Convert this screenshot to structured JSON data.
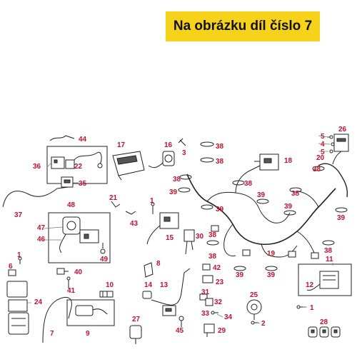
{
  "banner": {
    "text": "Na obrázku díl číslo 7",
    "background": "#f7d21a"
  },
  "colors": {
    "callout": "#c8102e",
    "line": "#222222"
  },
  "callouts": [
    "1",
    "2",
    "3",
    "4",
    "5",
    "6",
    "7",
    "8",
    "9",
    "10",
    "11",
    "12",
    "13",
    "14",
    "15",
    "16",
    "17",
    "18",
    "19",
    "20",
    "21",
    "22",
    "23",
    "24",
    "25",
    "26",
    "27",
    "28",
    "29",
    "30",
    "31",
    "32",
    "33",
    "34",
    "35",
    "36",
    "37",
    "38",
    "38",
    "38",
    "38",
    "38",
    "38",
    "38",
    "38",
    "38",
    "39",
    "39",
    "39",
    "39",
    "39",
    "39",
    "39",
    "40",
    "41",
    "42",
    "43",
    "44",
    "45",
    "46",
    "47",
    "48",
    "49"
  ]
}
